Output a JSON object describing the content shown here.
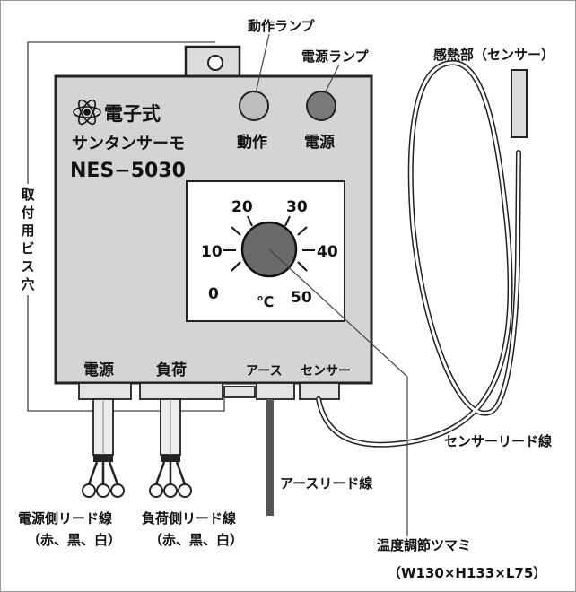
{
  "device": {
    "brand": "電子式",
    "name": "サンタンサーモ",
    "model": "NES−5030"
  },
  "lamps": {
    "operation_label": "動作",
    "power_label": "電源"
  },
  "dial": {
    "ticks": [
      "0",
      "10",
      "20",
      "30",
      "40",
      "50"
    ],
    "unit": "℃"
  },
  "ports": {
    "power": "電源",
    "load": "負荷",
    "earth": "アース",
    "sensor": "センサー"
  },
  "callouts": {
    "operation_lamp": "動作ランプ",
    "power_lamp": "電源ランプ",
    "sensor_head": "感熱部（センサー）",
    "mounting_hole": "取付用ビス穴",
    "sensor_lead": "センサーリード線",
    "earth_lead": "アースリード線",
    "power_lead_line1": "電源側リード線",
    "power_lead_line2": "（赤、黒、白）",
    "load_lead_line1": "負荷側リード線",
    "load_lead_line2": "（赤、黒、白）",
    "temp_knob": "温度調節ツマミ",
    "dimensions": "（W130×H133×L75）"
  },
  "colors": {
    "body": "#d4d4d4",
    "operation_lamp": "#bdbdbd",
    "power_lamp": "#7a7a7a",
    "knob": "#6a6a6a",
    "earth_wire": "#555555"
  }
}
